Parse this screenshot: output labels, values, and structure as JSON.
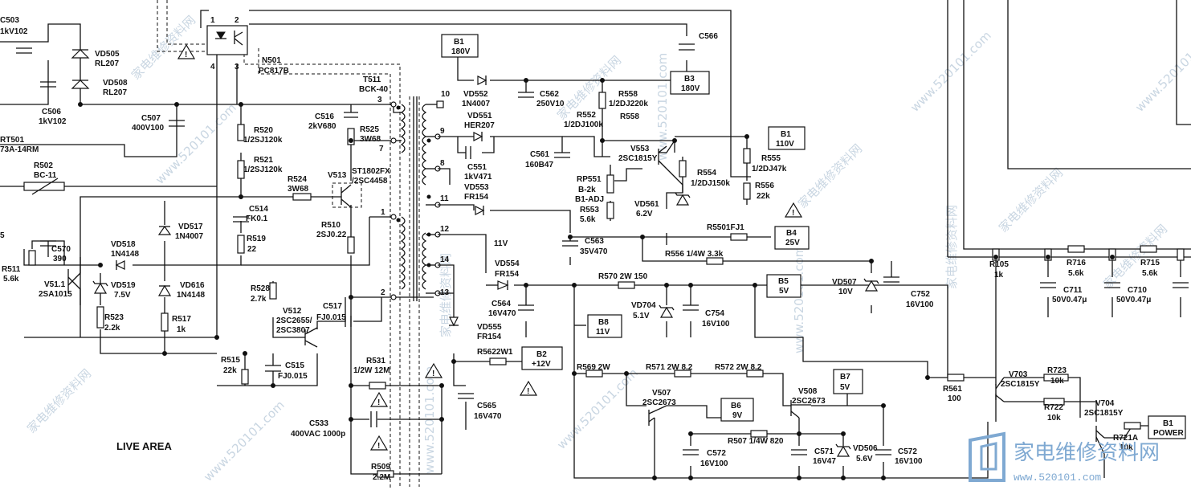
{
  "labels": {
    "c503": "C503",
    "c503_v": "1kV102",
    "vd505": "VD505",
    "vd505_v": "RL207",
    "vd508": "VD508",
    "vd508_v": "RL207",
    "c506": "C506",
    "c506_v": "1kV102",
    "rt501": "RT501",
    "rt501_v": "73A-14RM",
    "r502": "R502",
    "r502_v": "BC-11",
    "c507": "C507",
    "c507_v": "400V100",
    "n501": "N501",
    "n501_v": "PC817B",
    "pin1": "1",
    "pin2": "2",
    "pin3": "3",
    "pin4": "4",
    "t511": "T511",
    "t511_v": "BCK-40",
    "c566": "C566",
    "b1_180": "B1",
    "b1_180_v": "180V",
    "b3": "B3",
    "b3_v": "180V",
    "vd552": "VD552",
    "vd552_v": "1N4007",
    "c562": "C562",
    "c562_v": "250V10",
    "r558a": "R558",
    "r558a_v": "1/2DJ220k",
    "r552": "R552",
    "r552_v": "1/2DJ100k",
    "r558b": "R558",
    "vd551": "VD551",
    "vd551_v": "HER207",
    "c561": "C561",
    "c561_v": "160B47",
    "c551": "C551",
    "c551_v": "1kV471",
    "v553": "V553",
    "v553_v": "2SC1815Y",
    "b1_110": "B1",
    "b1_110_v": "110V",
    "r555": "R555",
    "r555_v": "1/2DJ47k",
    "r556a": "R556",
    "r556a_v": "22k",
    "rp551": "RP551",
    "rp551_v": "B-2k",
    "rp551_v2": "B1-ADJ",
    "r553": "R553",
    "r553_v": "5.6k",
    "r554": "R554",
    "r554_v": "1/2DJ150k",
    "vd561": "VD561",
    "vd561_v": "6.2V",
    "vd553": "VD553",
    "vd553_v": "FR154",
    "r520": "R520",
    "r520_v": "1/2SJ120k",
    "r521": "R521",
    "r521_v": "1/2SJ120k",
    "c516": "C516",
    "c516_v": "2kV680",
    "r525": "R525",
    "r525_v": "3W68",
    "r524": "R524",
    "r524_v": "3W68",
    "v513": "V513",
    "v513_v": "ST1802FX",
    "v513_v2": "/2SC4458",
    "c514": "C514",
    "c514_v": "FK0.1",
    "r519": "R519",
    "r519_v": "22",
    "r510": "R510",
    "r510_v": "2SJ0.22",
    "vd517": "VD517",
    "vd517_v": "1N4007",
    "vd518": "VD518",
    "vd518_v": "1N4148",
    "c570": "C570",
    "c570_v": "390",
    "r511": "R511",
    "r511_v": "5.6k",
    "v511": "V51.1",
    "v511_v": "2SA1015",
    "vd519": "VD519",
    "vd519_v": "7.5V",
    "vd616": "VD616",
    "vd616_v": "1N4148",
    "r523": "R523",
    "r523_v": "2.2k",
    "r517": "R517",
    "r517_v": "1k",
    "r528": "R528",
    "r528_v": "2.7k",
    "v512": "V512",
    "v512_v": "2SC2655/",
    "v512_v2": "2SC3807",
    "c517": "C517",
    "c517_v": "FJ0.015",
    "r515": "R515",
    "r515_v": "22k",
    "c515": "C515",
    "c515_v": "FJ0.015",
    "r531": "R531",
    "r531_v": "1/2W 12M",
    "c533": "C533",
    "c533_v": "400VAC 1000p",
    "r509": "R509",
    "r509_v": "2.2M",
    "live_area": "LIVE AREA",
    "b4": "B4",
    "b4_v": "25V",
    "r5501": "R5501FJ1",
    "c563": "C563",
    "c563_v": "35V470",
    "r556b": "R556 1/4W 3.3k",
    "v11": "11V",
    "vd554": "VD554",
    "vd554_v": "FR154",
    "r570": "R570 2W 150",
    "c564": "C564",
    "c564_v": "16V470",
    "b5": "B5",
    "b5_v": "5V",
    "vd507": "VD507",
    "vd507_v": "10V",
    "c752": "C752",
    "c752_v": "16V100",
    "vd704": "VD704",
    "vd704_v": "5.1V",
    "c754": "C754",
    "c754_v": "16V100",
    "b8": "B8",
    "b8_v": "11V",
    "vd555": "VD555",
    "vd555_v": "FR154",
    "r5622": "R5622W1",
    "b2": "B2",
    "b2_v": "+12V",
    "c565": "C565",
    "c565_v": "16V470",
    "r569": "R569 2W",
    "r571": "R571 2W 8.2",
    "r572": "R572 2W 8.2",
    "v507": "V507",
    "v507_v": "2SC2673",
    "v508": "V508",
    "v508_v": "2SC2673",
    "b7": "B7",
    "b7_v": "5V",
    "b6": "B6",
    "b6_v": "9V",
    "r507": "R507 1/4W 820",
    "c572a": "C572",
    "c572a_v": "16V100",
    "c571": "C571",
    "c571_v": "16V47",
    "vd506": "VD506",
    "vd506_v": "5.6V",
    "c572b": "C572",
    "c572b_v": "16V100",
    "r561": "R561",
    "r561_v": "100",
    "v703": "V703",
    "v703_v": "2SC1815Y",
    "r723": "R723",
    "r723_v": "10k",
    "r722": "R722",
    "r722_v": "10k",
    "v704": "V704",
    "v704_v": "2SC1815Y",
    "r721a": "R721A",
    "r721a_v": "10k",
    "b1_power": "B1",
    "b1_power_v": "POWER",
    "r105": "R105",
    "r105_v": "1k",
    "r716": "R716",
    "r716_v": "5.6k",
    "r715": "R715",
    "r715_v": "5.6k",
    "c711": "C711",
    "c711_v": "50V0.47μ",
    "c710": "C710",
    "c710_v": "50V0.47μ",
    "r511_label_left": "5",
    "pin10": "10",
    "pin9": "9",
    "pin8": "8",
    "pin11": "11",
    "pin12": "12",
    "pin14": "14",
    "pin13": "13",
    "pin7": "7",
    "pin1b": "1",
    "pin2b": "2",
    "pin3b": "3"
  },
  "watermark": {
    "cn": "家电维修资料网",
    "url": "www.520101.com",
    "logo_cn": "家电维修资料网",
    "logo_url": "www.520101.com"
  },
  "icons": [
    "warning-triangle-icon",
    "site-logo-icon"
  ]
}
